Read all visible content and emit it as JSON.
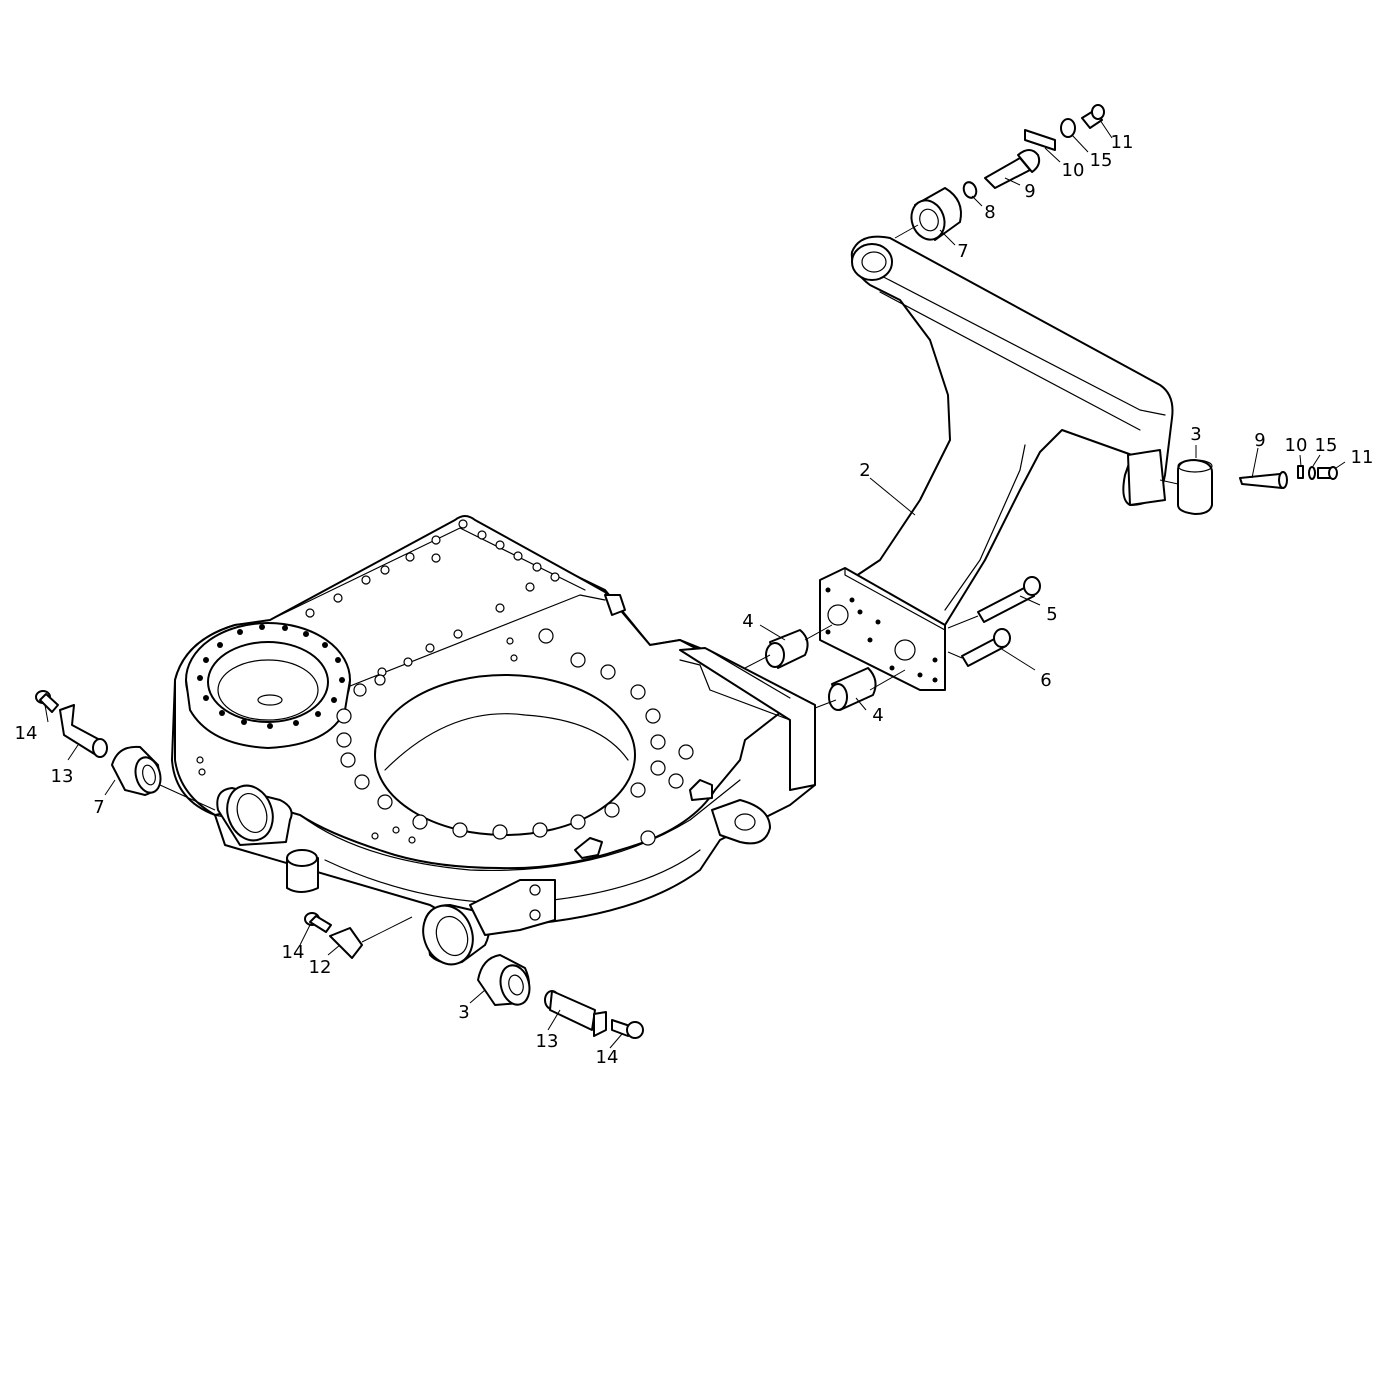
{
  "diagram": {
    "colors": {
      "line": "#000000",
      "background": "#ffffff"
    },
    "callouts": [
      {
        "id": "c11-top",
        "label": "11"
      },
      {
        "id": "c10-top",
        "label": "10"
      },
      {
        "id": "c15-top",
        "label": "15"
      },
      {
        "id": "c9-top",
        "label": "9"
      },
      {
        "id": "c8",
        "label": "8"
      },
      {
        "id": "c7-top",
        "label": "7"
      },
      {
        "id": "c2",
        "label": "2"
      },
      {
        "id": "c3-right",
        "label": "3"
      },
      {
        "id": "c9-right",
        "label": "9"
      },
      {
        "id": "c10-right",
        "label": "10"
      },
      {
        "id": "c15-right",
        "label": "15"
      },
      {
        "id": "c11-right",
        "label": "11"
      },
      {
        "id": "c5",
        "label": "5"
      },
      {
        "id": "c6",
        "label": "6"
      },
      {
        "id": "c4-upper",
        "label": "4"
      },
      {
        "id": "c4-lower",
        "label": "4"
      },
      {
        "id": "c14-left",
        "label": "14"
      },
      {
        "id": "c13-left",
        "label": "13"
      },
      {
        "id": "c7-left",
        "label": "7"
      },
      {
        "id": "c14-mid",
        "label": "14"
      },
      {
        "id": "c12",
        "label": "12"
      },
      {
        "id": "c3-bottom",
        "label": "3"
      },
      {
        "id": "c13-bottom",
        "label": "13"
      },
      {
        "id": "c14-bottom",
        "label": "14"
      }
    ]
  }
}
